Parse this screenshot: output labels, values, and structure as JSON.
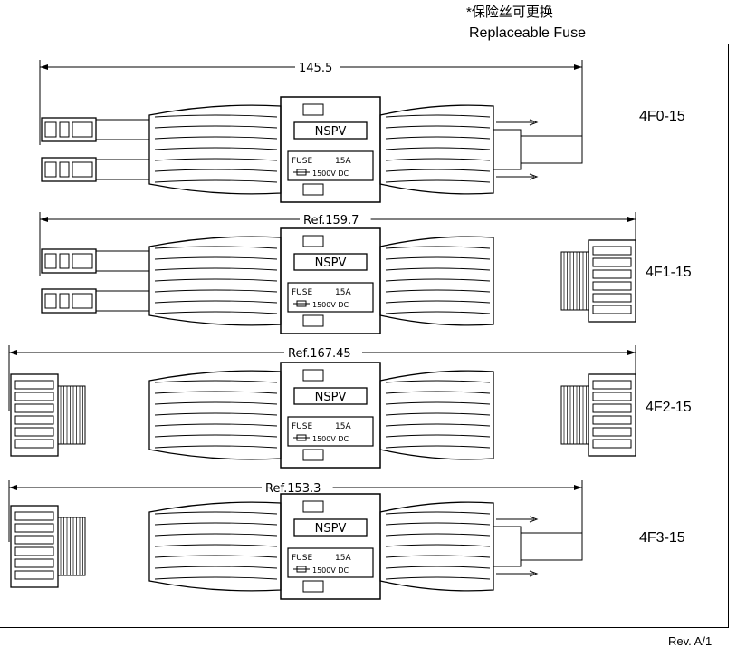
{
  "header": {
    "note_cn": "*保险丝可更换",
    "note_en": "Replaceable Fuse"
  },
  "variants": [
    {
      "model": "4F0-15",
      "dimension": "145.5",
      "left_end": "male-plug",
      "right_end": "cable"
    },
    {
      "model": "4F1-15",
      "dimension": "Ref.159.7",
      "left_end": "male-plug",
      "right_end": "female-nut"
    },
    {
      "model": "4F2-15",
      "dimension": "Ref.167.45",
      "left_end": "female-nut",
      "right_end": "female-nut"
    },
    {
      "model": "4F3-15",
      "dimension": "Ref.153.3",
      "left_end": "female-nut",
      "right_end": "cable"
    }
  ],
  "fuse_body": {
    "brand": "NSPV",
    "fuse_label": "FUSE",
    "current": "15A",
    "voltage": "1500V DC"
  },
  "footer": {
    "revision": "Rev. A/1"
  },
  "colors": {
    "line": "#000000",
    "background": "#ffffff"
  }
}
